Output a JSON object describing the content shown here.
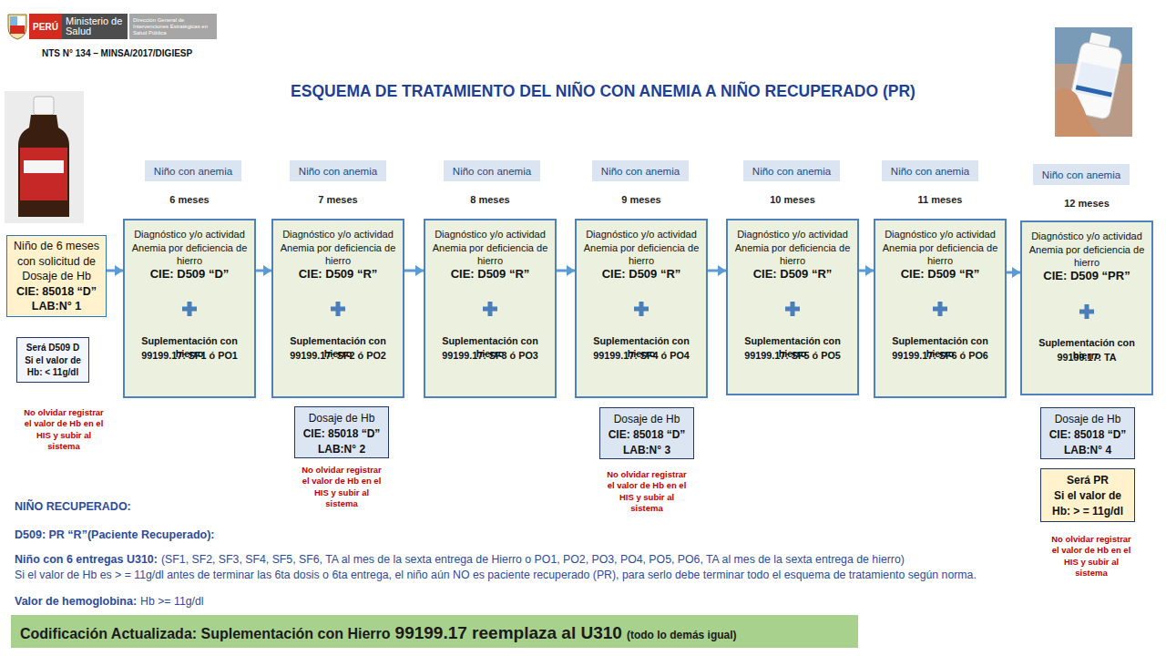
{
  "diagram": {
    "title": "ESQUEMA DE TRATAMIENTO DEL NIÑO CON ANEMIA A NIÑO RECUPERADO (PR)",
    "nodes": [
      {
        "text": [
          "PERÚ"
        ]
      },
      {
        "text": [
          "Ministerio de Salud"
        ]
      },
      {
        "text": [
          "Dirección General de Intervenciones Estratégicas en Salud Pública"
        ]
      },
      {
        "text": [
          "Niño con anemia"
        ]
      },
      {
        "text": [
          "Niño con anemia"
        ]
      },
      {
        "text": [
          "Niño con anemia"
        ]
      },
      {
        "text": [
          "Niño con anemia"
        ]
      },
      {
        "text": [
          "Niño con anemia"
        ]
      },
      {
        "text": [
          "Niño con anemia"
        ]
      },
      {
        "text": [
          "Niño con anemia"
        ]
      },
      {
        "text": [
          "Niño de 6 meses con solicitud de Dosaje de Hb",
          "CIE: 85018 “D”",
          "LAB:N° 1"
        ]
      },
      {
        "text": [
          "Diagnóstico y/o actividad Anemia por deficiencia de hierro",
          "CIE: D509 “D”",
          "Suplementación con hierro",
          "99199.17: SF1 ó PO1"
        ]
      },
      {
        "text": [
          "Diagnóstico y/o actividad Anemia por deficiencia de hierro",
          "CIE: D509 “R”",
          "Suplementación con hierro",
          "99199.17: SF2 ó PO2"
        ]
      },
      {
        "text": [
          "Diagnóstico y/o actividad Anemia por deficiencia de hierro",
          "CIE: D509 “R”",
          "Suplementación con hierro",
          "99199.17: SF3 ó PO3"
        ]
      },
      {
        "text": [
          "Diagnóstico y/o actividad Anemia por deficiencia de hierro",
          "CIE: D509 “R”",
          "Suplementación con hierro",
          "99199.17: SF4 ó PO4"
        ]
      },
      {
        "text": [
          "Diagnóstico y/o actividad Anemia por deficiencia de hierro",
          "CIE: D509 “R”",
          "Suplementación con hierro",
          "99199.17: SF5 ó PO5"
        ]
      },
      {
        "text": [
          "Diagnóstico y/o actividad Anemia por deficiencia de hierro",
          "CIE: D509 “R”",
          "Suplementación con hierro",
          "99199.17: SF6 ó PO6"
        ]
      },
      {
        "text": [
          "Diagnóstico y/o actividad Anemia por deficiencia de hierro",
          "CIE: D509 “PR”",
          "Suplementación con hierro",
          "99199.17: TA"
        ]
      },
      {
        "text": [
          "Será D509 D",
          "Si el valor de Hb: < 11g/dl"
        ]
      },
      {
        "text": [
          "Dosaje de Hb",
          "CIE: 85018 “D”",
          "LAB:N° 2"
        ]
      },
      {
        "text": [
          "Dosaje de Hb",
          "CIE: 85018 “D”",
          "LAB:N° 3"
        ]
      },
      {
        "text": [
          "Dosaje de Hb",
          "CIE: 85018 “D”",
          "LAB:N° 4"
        ]
      },
      {
        "text": [
          "Será PR",
          "Si el valor de Hb: > = 11g/dl"
        ]
      },
      {
        "text": [
          "Codificación Actualizada: Suplementación con Hierro",
          "99199.17 reemplaza al U310",
          "(todo lo demás igual)"
        ]
      }
    ],
    "edges": [
      {
        "from": 10,
        "to": 11,
        "arrow": "to"
      },
      {
        "from": 11,
        "to": 12,
        "arrow": "to"
      },
      {
        "from": 12,
        "to": 13,
        "arrow": "to"
      },
      {
        "from": 13,
        "to": 14,
        "arrow": "to"
      },
      {
        "from": 14,
        "to": 15,
        "arrow": "to"
      },
      {
        "from": 15,
        "to": 16,
        "arrow": "to"
      },
      {
        "from": 16,
        "to": 17,
        "arrow": "to"
      }
    ],
    "labels": [
      "NTS N° 134 – MINSA/2017/DIGIESP",
      "6 meses",
      "7 meses",
      "8 meses",
      "9 meses",
      "10 meses",
      "11 meses",
      "12 meses",
      "No olvidar registrar el valor de Hb en el HIS y subir al sistema",
      "No olvidar registrar el valor de Hb en el HIS y subir al sistema",
      "No olvidar registrar el valor de Hb en el HIS y subir al sistema",
      "No olvidar registrar el valor de Hb en el HIS y subir al sistema",
      "NIÑO RECUPERADO:",
      "D509: PR “R”(Paciente Recuperado):",
      "Niño con 6 entregas U310:",
      "(SF1, SF2, SF3, SF4, SF5, SF6, TA al mes de la sexta entrega de Hierro o PO1, PO2, PO3, PO4, PO5, PO6, TA al mes de la sexta entrega de hierro)",
      "Si el valor de Hb es > = 11g/dl antes de terminar las 6ta dosis o 6ta entrega, el niño aún NO es paciente recuperado (PR), para serlo debe terminar todo el esquema de tratamiento según norma.",
      "Valor de hemoglobina:",
      "Hb >= 11g/dl"
    ]
  }
}
